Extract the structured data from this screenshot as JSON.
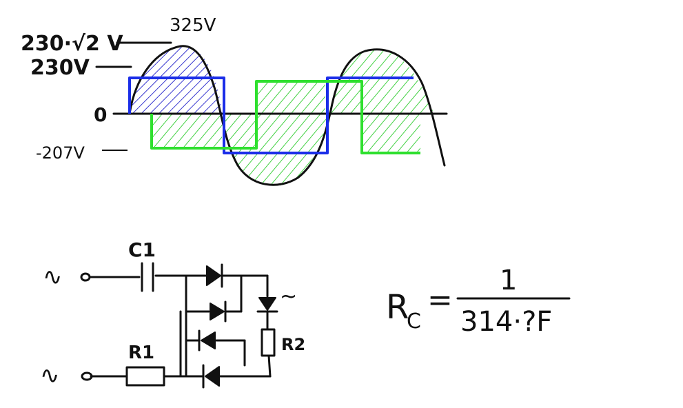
{
  "colors": {
    "ink": "#111111",
    "sine_fill": "#3a3ad0",
    "blue_wave": "#1b2ee8",
    "green_wave": "#2ee02e",
    "green_hatch": "#43d143"
  },
  "waveform": {
    "labels": {
      "peak": "230·√2 V",
      "peak_value": "325V",
      "rms": "230V",
      "zero": "0",
      "negative": "-207V"
    }
  },
  "circuit": {
    "input_top": "∿",
    "input_bottom": "∿",
    "c1": "C1",
    "r1": "R1",
    "r2": "R2",
    "led_glow": "~"
  },
  "formula": {
    "lhs": "R",
    "lhs_sub": "C",
    "equals": "=",
    "numerator": "1",
    "denominator": "314·?F"
  }
}
